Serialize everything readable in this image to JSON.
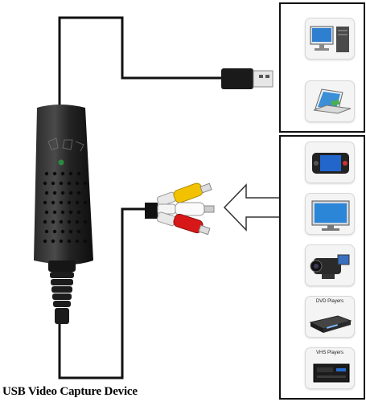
{
  "caption": "USB Video Capture Device",
  "computer_panel": {
    "devices": [
      {
        "icon": "desktop-computer-icon"
      },
      {
        "icon": "laptop-icon"
      }
    ]
  },
  "source_panel": {
    "devices": [
      {
        "icon": "portable-media-player-icon"
      },
      {
        "icon": "tv-monitor-icon"
      },
      {
        "icon": "camcorder-icon"
      },
      {
        "icon": "dvd-player-icon",
        "label": "DVD Players"
      },
      {
        "icon": "vhs-player-icon",
        "label": "VHS Players"
      }
    ]
  },
  "cable_colors": {
    "video": "#f2c200",
    "audio_left": "#ffffff",
    "audio_right": "#d81818"
  }
}
